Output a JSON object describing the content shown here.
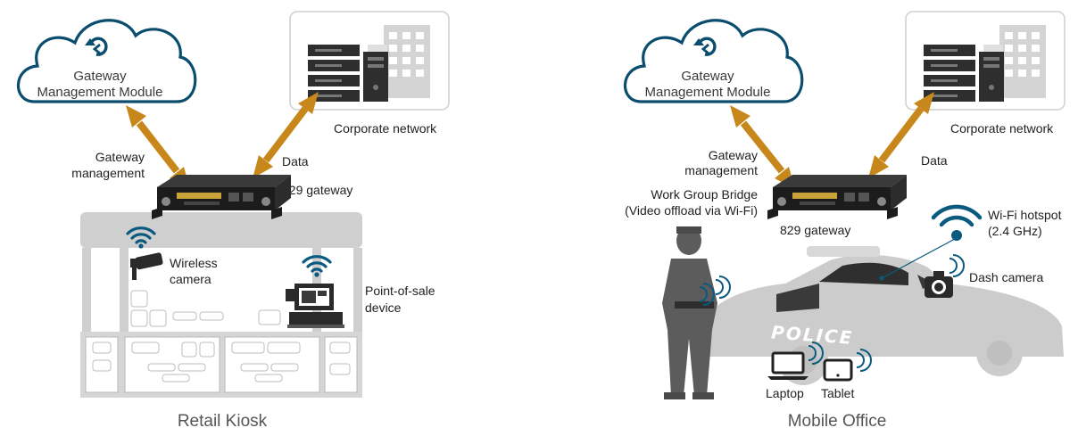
{
  "colors": {
    "cloud_stroke": "#0a4d6e",
    "arrow": "#c8871a",
    "wifi": "#0a5a80",
    "kiosk_gray": "#cfcfcf",
    "car_gray": "#cccccc",
    "officer": "#5c5c5c"
  },
  "retail": {
    "title": "Retail Kiosk",
    "cloud_line1": "Gateway",
    "cloud_line2": "Management Module",
    "corporate_label": "Corporate network",
    "gw_mgmt_line1": "Gateway",
    "gw_mgmt_line2": "management",
    "data_label": "Data",
    "gateway_label": "829 gateway",
    "camera_line1": "Wireless",
    "camera_line2": "camera",
    "pos_line1": "Point-of-sale",
    "pos_line2": "device"
  },
  "mobile": {
    "title": "Mobile Office",
    "cloud_line1": "Gateway",
    "cloud_line2": "Management Module",
    "corporate_label": "Corporate network",
    "gw_mgmt_line1": "Gateway",
    "gw_mgmt_line2": "management",
    "data_label": "Data",
    "wgb_line1": "Work Group Bridge",
    "wgb_line2": "(Video offload via Wi-Fi)",
    "gateway_label": "829 gateway",
    "hotspot_line1": "Wi-Fi hotspot",
    "hotspot_line2": "(2.4 GHz)",
    "dash_label": "Dash camera",
    "police_text": "POLICE",
    "laptop_label": "Laptop",
    "tablet_label": "Tablet"
  },
  "icons": [
    "sync-icon",
    "server-rack-icon",
    "building-icon",
    "router-icon",
    "wifi-icon",
    "security-camera-icon",
    "pos-terminal-icon",
    "laptop-icon",
    "tablet-icon",
    "camera-icon",
    "officer-silhouette",
    "police-car"
  ]
}
